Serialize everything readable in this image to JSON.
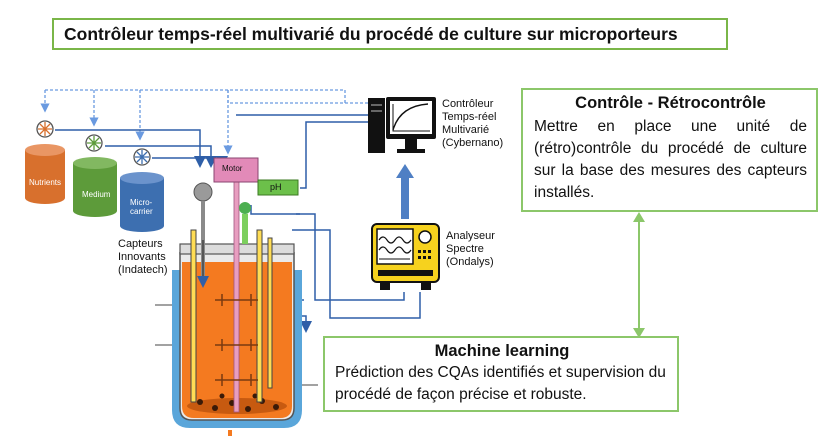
{
  "title": "Contrôleur temps-réel multivarié du procédé de culture sur microporteurs",
  "controle_box": {
    "heading": "Contrôle - Rétrocontrôle",
    "text": "Mettre en place une unité de (rétro)contrôle du procédé de culture sur la base des mesures des capteurs installés."
  },
  "ml_box": {
    "heading": "Machine learning",
    "text": "Prédiction des CQAs identifiés et supervision du procédé de façon précise et robuste."
  },
  "computer_label": [
    "Contrôleur",
    "Temps-réel",
    "Multivarié",
    "(Cybernano)"
  ],
  "analyzer_label": [
    "Analyseur",
    "Spectre",
    "(Ondalys)"
  ],
  "sensors_label": [
    "Capteurs",
    "Innovants",
    "(Indatech)"
  ],
  "tanks": {
    "nutrients": "Nutrients",
    "medium": "Medium",
    "microcarrier_line1": "Micro-",
    "microcarrier_line2": "carrier"
  },
  "motor_label": "Motor",
  "ph_label": "pH",
  "colors": {
    "title_border": "#7ab648",
    "box_border": "#8cc76a",
    "culture_orange": "#f47a20",
    "vessel_blue": "#5aa6da",
    "nutrients_tank": "#d8702d",
    "medium_tank": "#5d9b3a",
    "microcarrier_tank": "#3d6fb0",
    "line_blue": "#2f5fa8",
    "dashed_blue": "#6a9ae0"
  },
  "icons": [
    "pump-icon",
    "computer-icon",
    "spectrum-analyzer-icon",
    "bioreactor-icon",
    "motor-icon"
  ]
}
